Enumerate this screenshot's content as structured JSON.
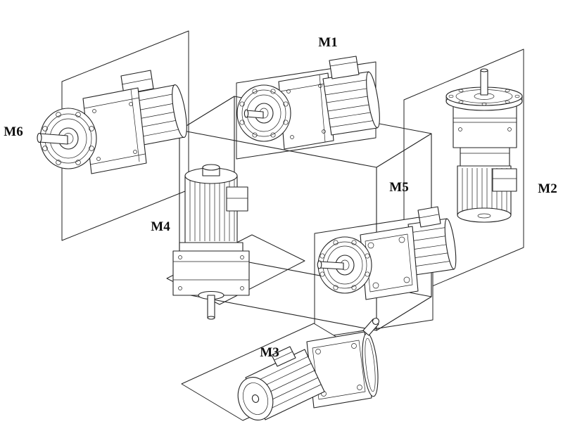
{
  "diagram": {
    "positions": [
      {
        "id": "m1",
        "label": "M1"
      },
      {
        "id": "m2",
        "label": "M2"
      },
      {
        "id": "m3",
        "label": "M3"
      },
      {
        "id": "m4",
        "label": "M4"
      },
      {
        "id": "m5",
        "label": "M5"
      },
      {
        "id": "m6",
        "label": "M6"
      }
    ]
  }
}
